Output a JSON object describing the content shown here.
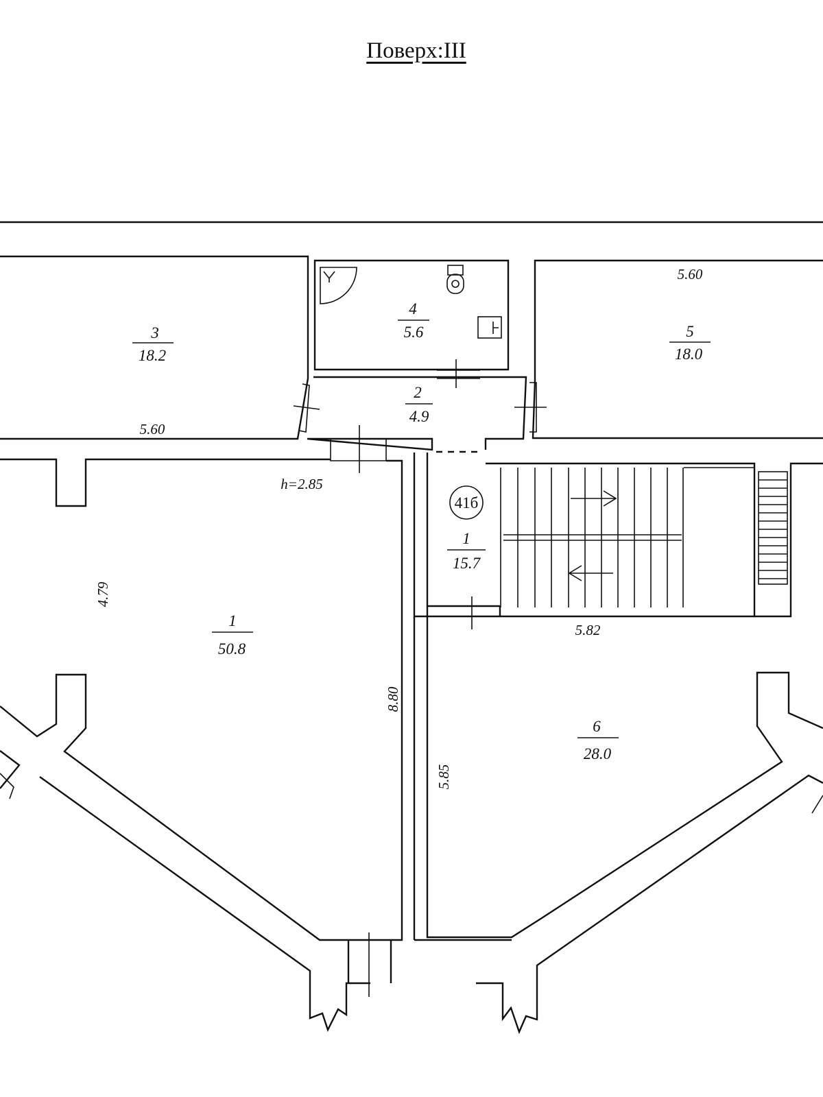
{
  "title": "Поверх:III",
  "rooms": [
    {
      "id": "r3",
      "number": "3",
      "area": "18.2"
    },
    {
      "id": "r4",
      "number": "4",
      "area": "5.6"
    },
    {
      "id": "r5",
      "number": "5",
      "area": "18.0"
    },
    {
      "id": "r2",
      "number": "2",
      "area": "4.9"
    },
    {
      "id": "r1s",
      "number": "1",
      "area": "15.7"
    },
    {
      "id": "r1",
      "number": "1",
      "area": "50.8"
    },
    {
      "id": "r6",
      "number": "6",
      "area": "28.0"
    }
  ],
  "apartment_number": "41б",
  "ceiling_height": "h=2.85",
  "dimensions": {
    "room5_width": "5.60",
    "room3_width": "5.60",
    "room1_depth": "4.79",
    "room1_length": "8.80",
    "room6_width": "5.82",
    "room6_depth": "5.85"
  }
}
